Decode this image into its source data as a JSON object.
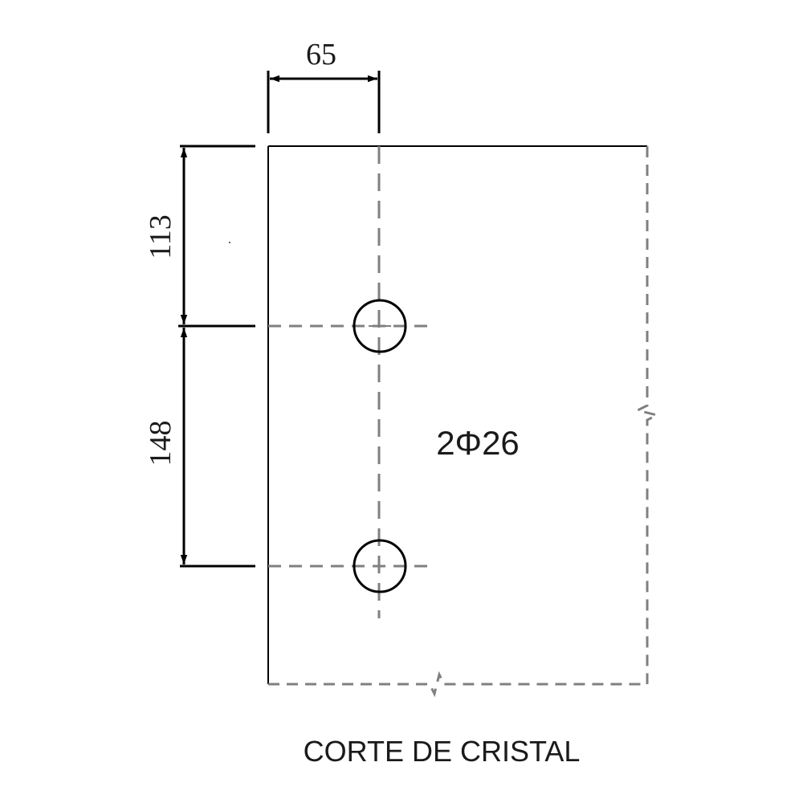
{
  "drawing": {
    "title": "CORTE DE CRISTAL",
    "hole_note": "2Φ26",
    "dimensions": {
      "horizontal_offset": "65",
      "top_to_first_hole": "113",
      "hole_spacing": "148"
    },
    "colors": {
      "outline": "#000000",
      "hidden_line": "#808080",
      "text": "#1a1a1a"
    }
  }
}
